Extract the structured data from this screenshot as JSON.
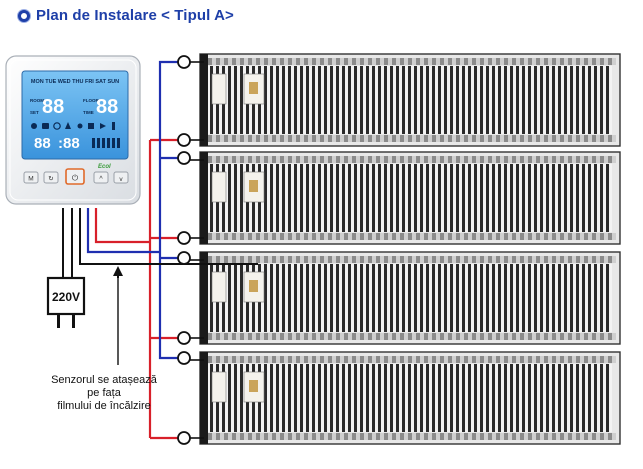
{
  "header": {
    "title": "Plan de Instalare < Tipul A>"
  },
  "thermostat": {
    "display_days": "MON TUE WED THU FRI SAT SUN",
    "label_room": "ROOM",
    "label_set": "SET",
    "label_floor": "FLOOR",
    "label_time": "TIME",
    "temp_room": "88",
    "temp_floor": "88",
    "time_hours": "88",
    "time_minutes": "88",
    "brand": "Ecol"
  },
  "power": {
    "label": "220V"
  },
  "sensor_note": {
    "line1": "Senzorul se atașează",
    "line2": "pe fața",
    "line3": "filmului de încălzire"
  },
  "colors": {
    "accent": "#1e3fa8",
    "wire_red": "#d8202a",
    "wire_blue": "#1f2fb0",
    "wire_black": "#111111",
    "screen": "#4aa6e6"
  },
  "panels_count": 4
}
